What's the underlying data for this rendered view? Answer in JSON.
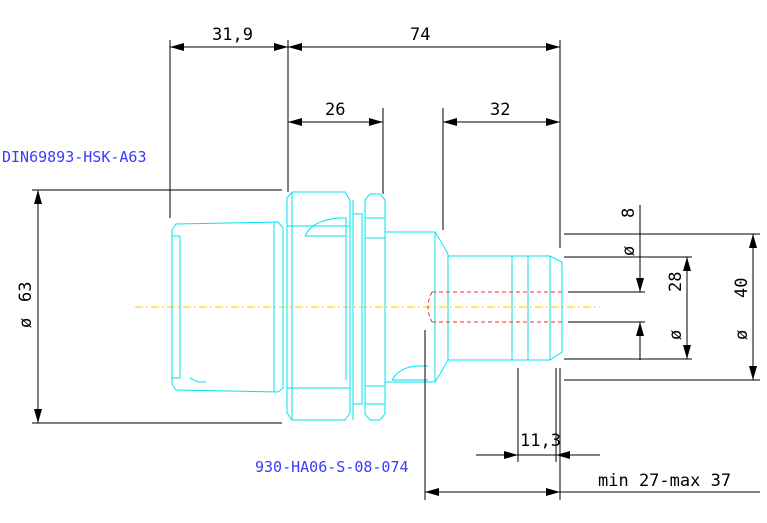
{
  "labels": {
    "interface_standard": "DIN69893-HSK-A63",
    "holder_code": "930-HA06-S-08-074"
  },
  "dimensions": {
    "flange_offset": "31,9",
    "overall_length": "74",
    "flange_length": "26",
    "nose_length": "32",
    "clamp_length": "11,3",
    "clamp_depth_range": "min 27-max 37",
    "diameter_63_symbol": "ø",
    "diameter_63_value": "63",
    "diameter_8_symbol": "ø",
    "diameter_8_value": "8",
    "diameter_28_symbol": "ø",
    "diameter_28_value": "28",
    "diameter_40_symbol": "ø",
    "diameter_40_value": "40"
  },
  "colors": {
    "part_outline": "#00e5ee",
    "dimension_lines": "#000000",
    "label_text": "#3a3aff",
    "bore_hidden_line": "#ff2a2a",
    "center_axis": "#ffd200"
  }
}
